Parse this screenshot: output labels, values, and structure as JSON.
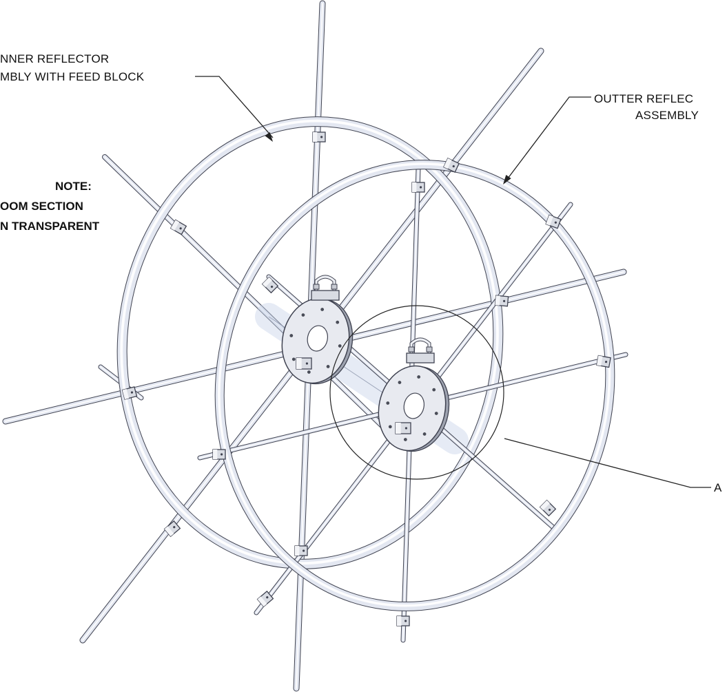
{
  "callouts": {
    "inner_line1": "NNER REFLECTOR",
    "inner_line2": "MBLY WITH FEED BLOCK",
    "outer_line1": "OUTTER REFLEC",
    "outer_line2": "ASSEMBLY",
    "detail": "A"
  },
  "note": {
    "heading": "NOTE:",
    "line1": "OOM SECTION",
    "line2": "N TRANSPARENT"
  },
  "colors": {
    "tube_fill": "#e3e7f1",
    "tube_outline": "#3f4250",
    "clamp_fill": "#d9dce3",
    "boom_transparent": "#c8d4ea",
    "leader": "#222222"
  }
}
